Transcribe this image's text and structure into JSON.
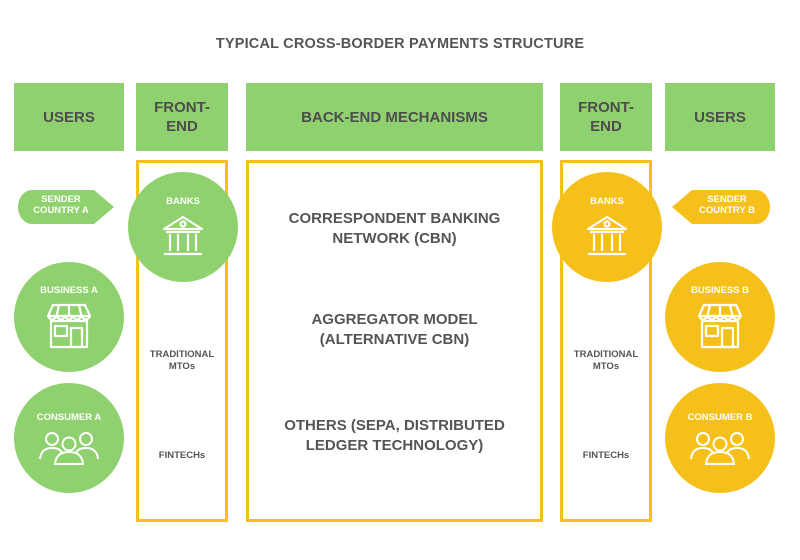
{
  "title": "TYPICAL CROSS-BORDER PAYMENTS STRUCTURE",
  "headers": {
    "users_left": "USERS",
    "frontend_left": "FRONT-\nEND",
    "backend": "BACK-END MECHANISMS",
    "frontend_right": "FRONT-\nEND",
    "users_right": "USERS"
  },
  "left": {
    "sender": [
      "SENDER",
      "COUNTRY A"
    ],
    "business": "BUSINESS A",
    "consumer": "CONSUMER A"
  },
  "right": {
    "sender": [
      "SENDER",
      "COUNTRY B"
    ],
    "business": "BUSINESS B",
    "consumer": "CONSUMER B"
  },
  "frontend": {
    "banks": "BANKS",
    "mtos": [
      "TRADITIONAL",
      "MTOs"
    ],
    "fintechs": "FINTECHs"
  },
  "backend": {
    "items": [
      [
        "CORRESPONDENT BANKING",
        "NETWORK (CBN)"
      ],
      [
        "AGGREGATOR MODEL",
        "(ALTERNATIVE CBN)"
      ],
      [
        "OTHERS (SEPA, DISTRIBUTED",
        "LEDGER TECHNOLOGY)"
      ]
    ]
  },
  "colors": {
    "green": "#8fd16e",
    "yellow": "#f6c01b",
    "text": "#555555"
  },
  "icons": [
    "bank-icon",
    "storefront-icon",
    "people-group-icon",
    "arrow-right-shape",
    "arrow-left-shape"
  ]
}
